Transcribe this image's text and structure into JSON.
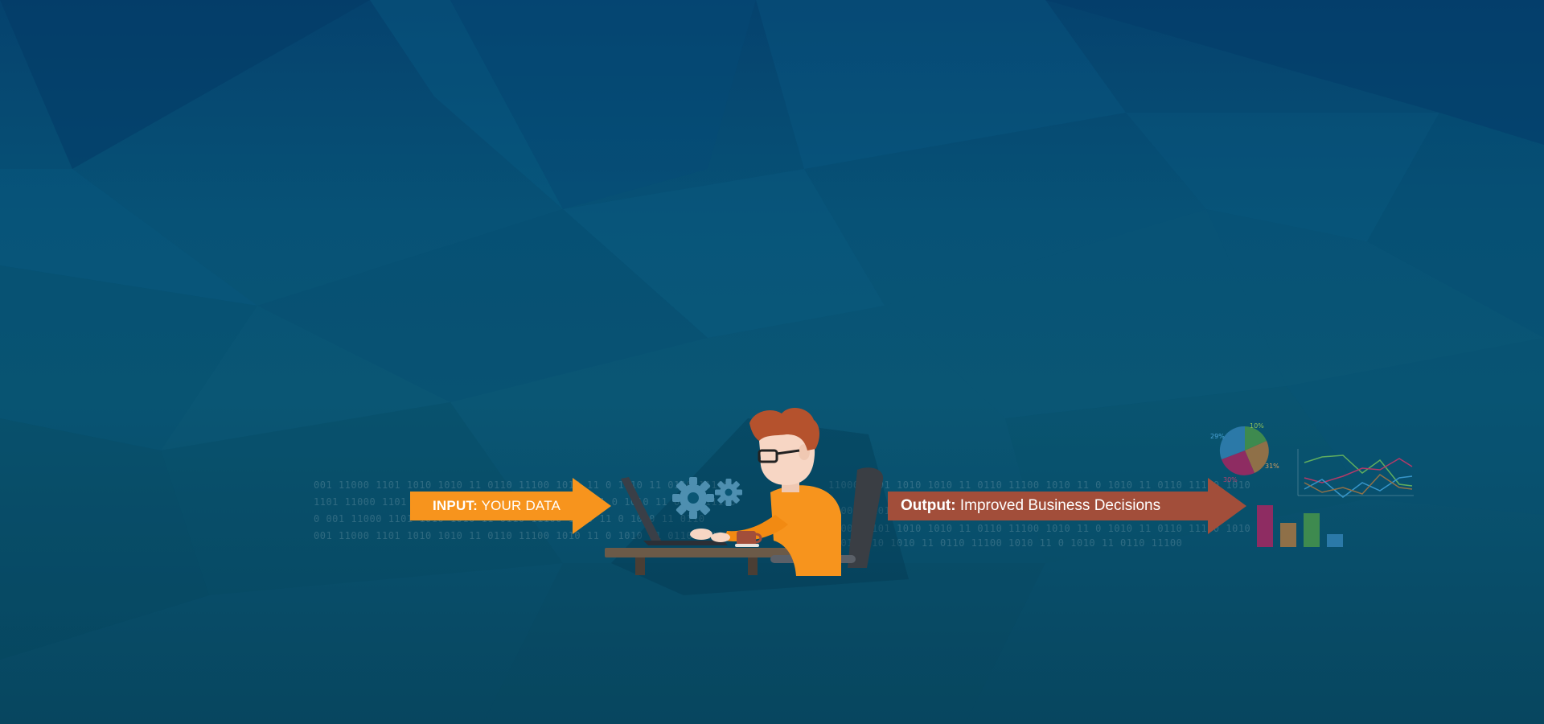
{
  "input_arrow": {
    "label_bold": "INPUT:",
    "label_rest": " YOUR DATA",
    "color": "#f7941d"
  },
  "output_arrow": {
    "label_bold": "Output:",
    "label_rest": " Improved Business Decisions",
    "color": "#a24e3a"
  },
  "binary_left": [
    "001 11000 1101 1010 1010  11 0110 11100  1010  11 0 1010  11 0110 11100",
    "1101 11000 1101 1010 1010  11 0110 11100  1010  11 0 1010  11 0110 11100",
    "0 001 11000 1101 1010 1010  11 0110 11100  1010  11 0 1010  11 0110",
    "001 11000 1101 1010 1010  11 0110 11100  1010  11 0 1010  11 0110 11100"
  ],
  "binary_right": [
    "11000 1101 1010 1010  11 0110 11100  1010  11 0 1010  11 0110 11100 1010",
    "11000 1101 1010 1010  11 0110 11100  1010  11 0 1010  11 0110 11100",
    "11000 1101 1010 1010  11 0110 11100  1010  11 0 1010  11 0110 11100 1010",
    "1101 1010 1010  11 0110 11100  1010  11 0 1010  11 0110 11100"
  ],
  "pie_labels": [
    "10%",
    "29%",
    "31%",
    "30%"
  ],
  "colors": {
    "background": "#075276",
    "shirt": "#f7941d",
    "hair": "#b5522d",
    "gear": "#4e8fb0",
    "bar_magenta": "#8e2c62",
    "bar_tan": "#8f7048",
    "bar_green": "#3e8a4f",
    "bar_blue": "#2b79a8"
  }
}
